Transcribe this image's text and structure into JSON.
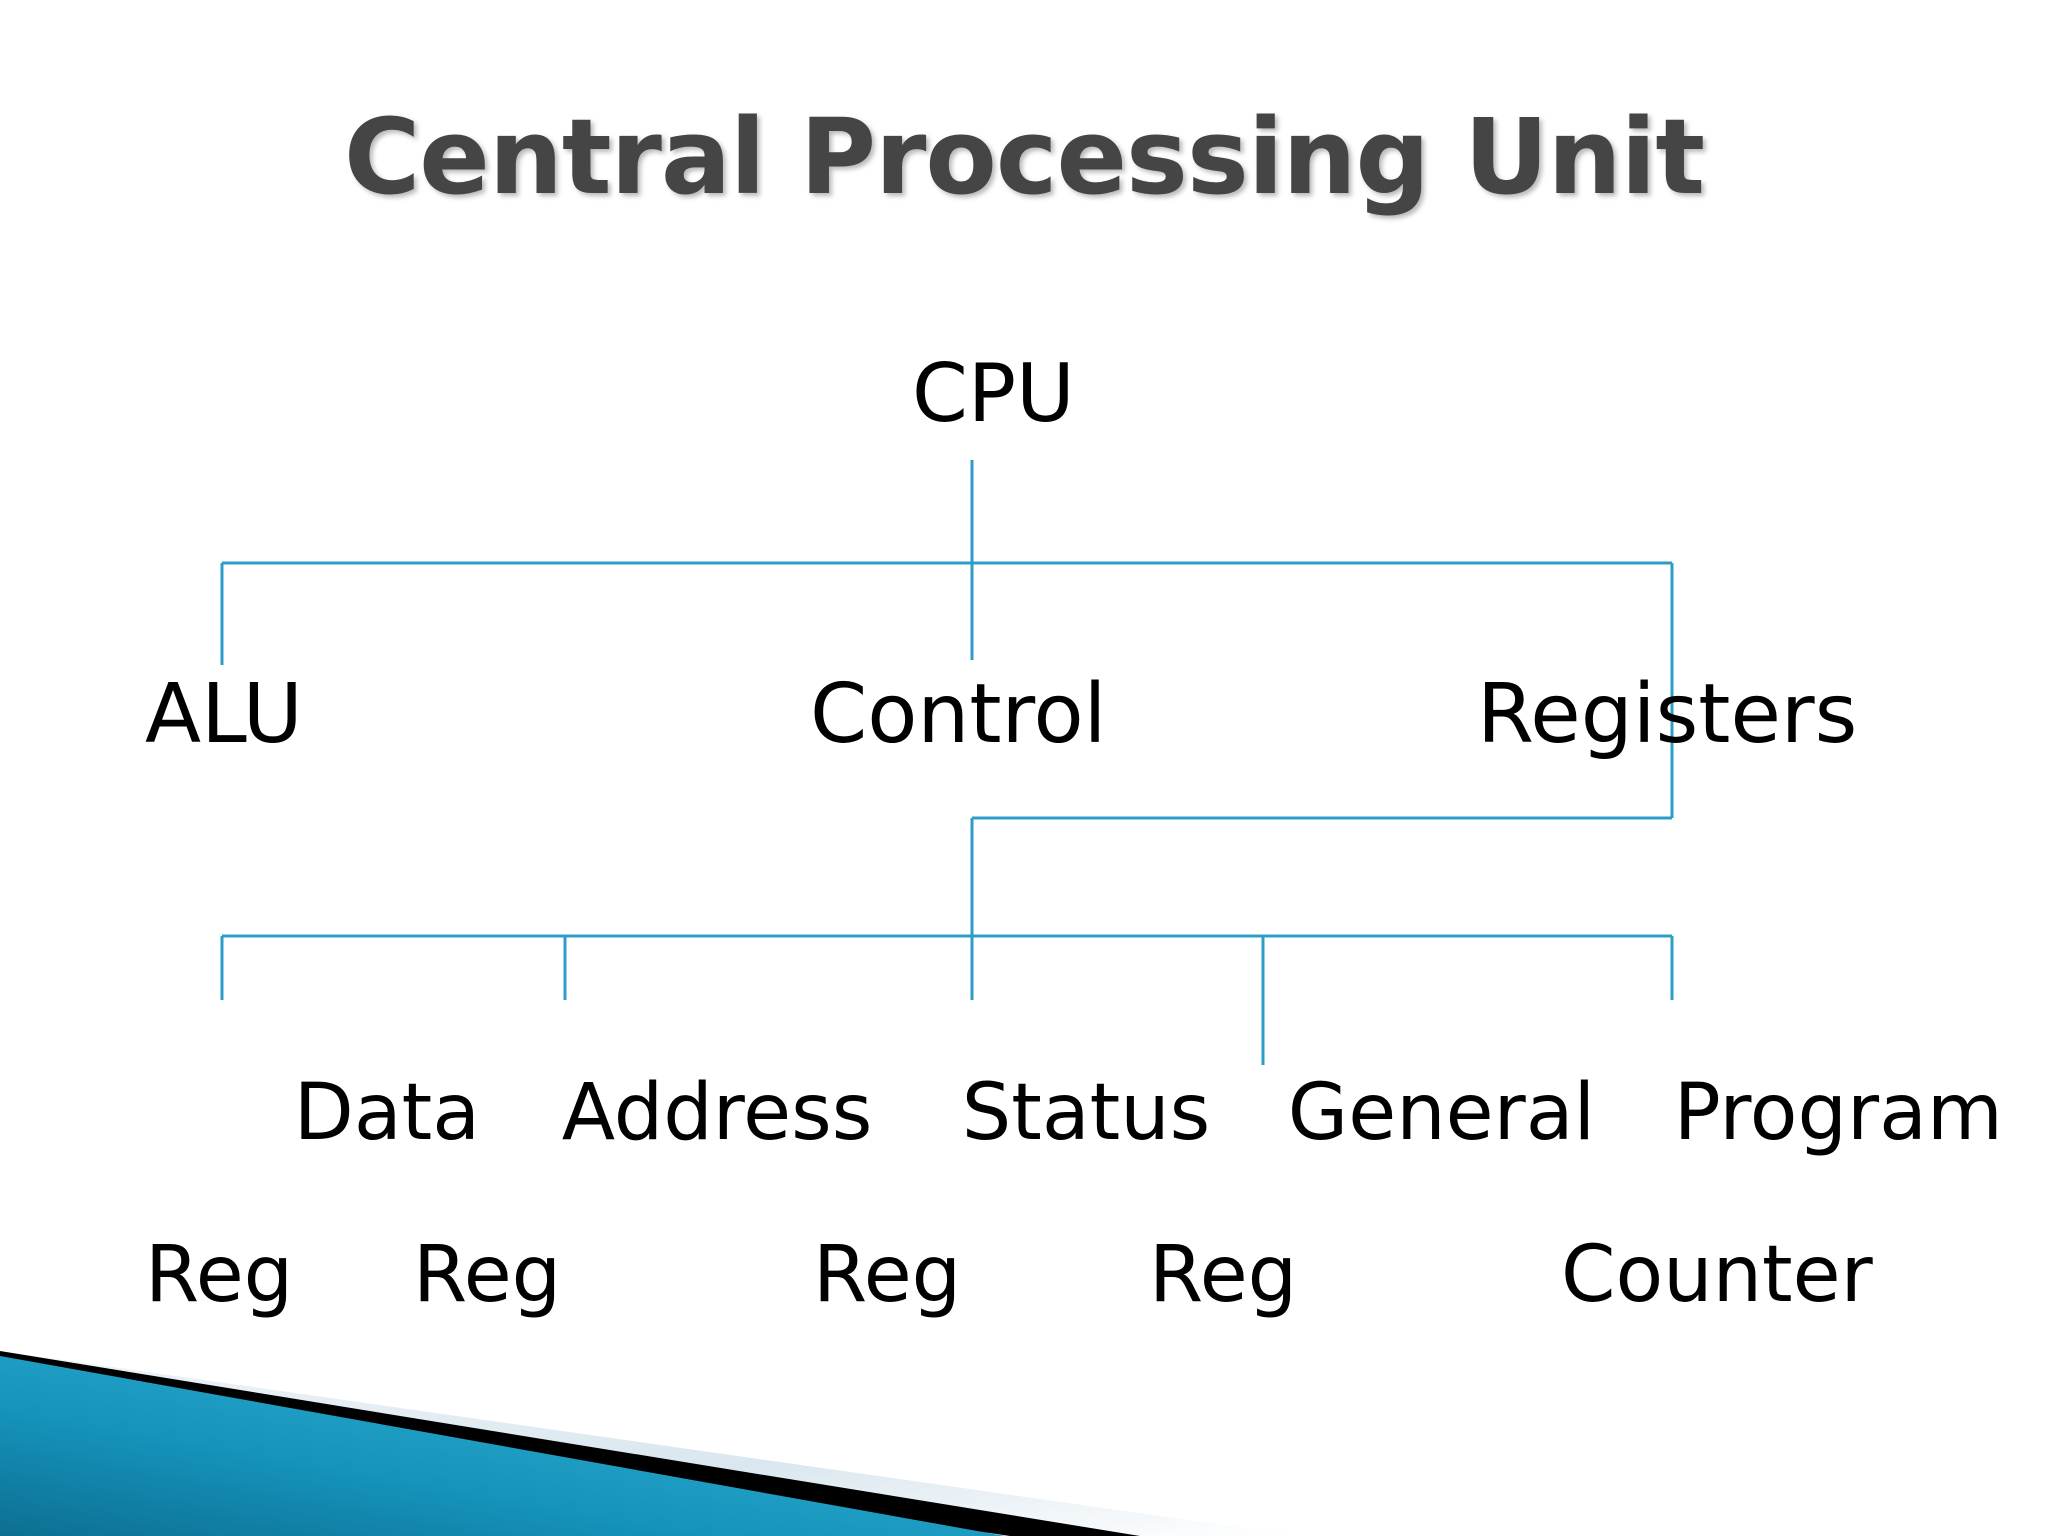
{
  "slide": {
    "title": "Central Processing Unit",
    "background_color": "#ffffff",
    "title_color": "#454545",
    "connector_color": "#2e9cc8",
    "node_text_color": "#000000",
    "decoration_colors": {
      "teal": "#1b9dc1",
      "teal_dark": "#0f7fa3",
      "black": "#000000",
      "pale_blue": "#dbe7ee"
    }
  },
  "diagram": {
    "type": "tree",
    "root": {
      "id": "cpu",
      "label": "CPU"
    },
    "level1": [
      {
        "id": "alu",
        "label": "ALU"
      },
      {
        "id": "control",
        "label": "Control"
      },
      {
        "id": "registers",
        "label": "Registers"
      }
    ],
    "level2_parent": "registers",
    "level2": [
      {
        "id": "data-reg",
        "line1": "Data",
        "line2": "Reg"
      },
      {
        "id": "address-reg",
        "line1": "Address",
        "line2": "Reg"
      },
      {
        "id": "status-reg",
        "line1": "Status",
        "line2": "Reg"
      },
      {
        "id": "general-reg",
        "line1": "General",
        "line2": "Reg"
      },
      {
        "id": "program-counter",
        "line1": "Program",
        "line2": "Counter"
      }
    ]
  }
}
